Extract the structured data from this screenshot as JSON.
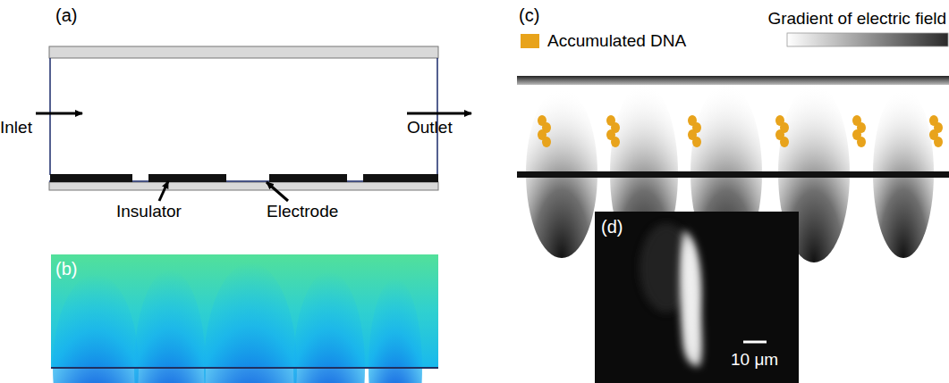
{
  "diagram": {
    "labels": [
      "(a)",
      "Inlet",
      "Outlet",
      "Insulator",
      "Electrode",
      "(b)",
      "(c)",
      "(d)",
      "10 μm"
    ],
    "legend": [
      {
        "text": "Accumulated DNA",
        "color": "#e8a31a"
      },
      {
        "text": "Gradient of electric field"
      }
    ]
  }
}
